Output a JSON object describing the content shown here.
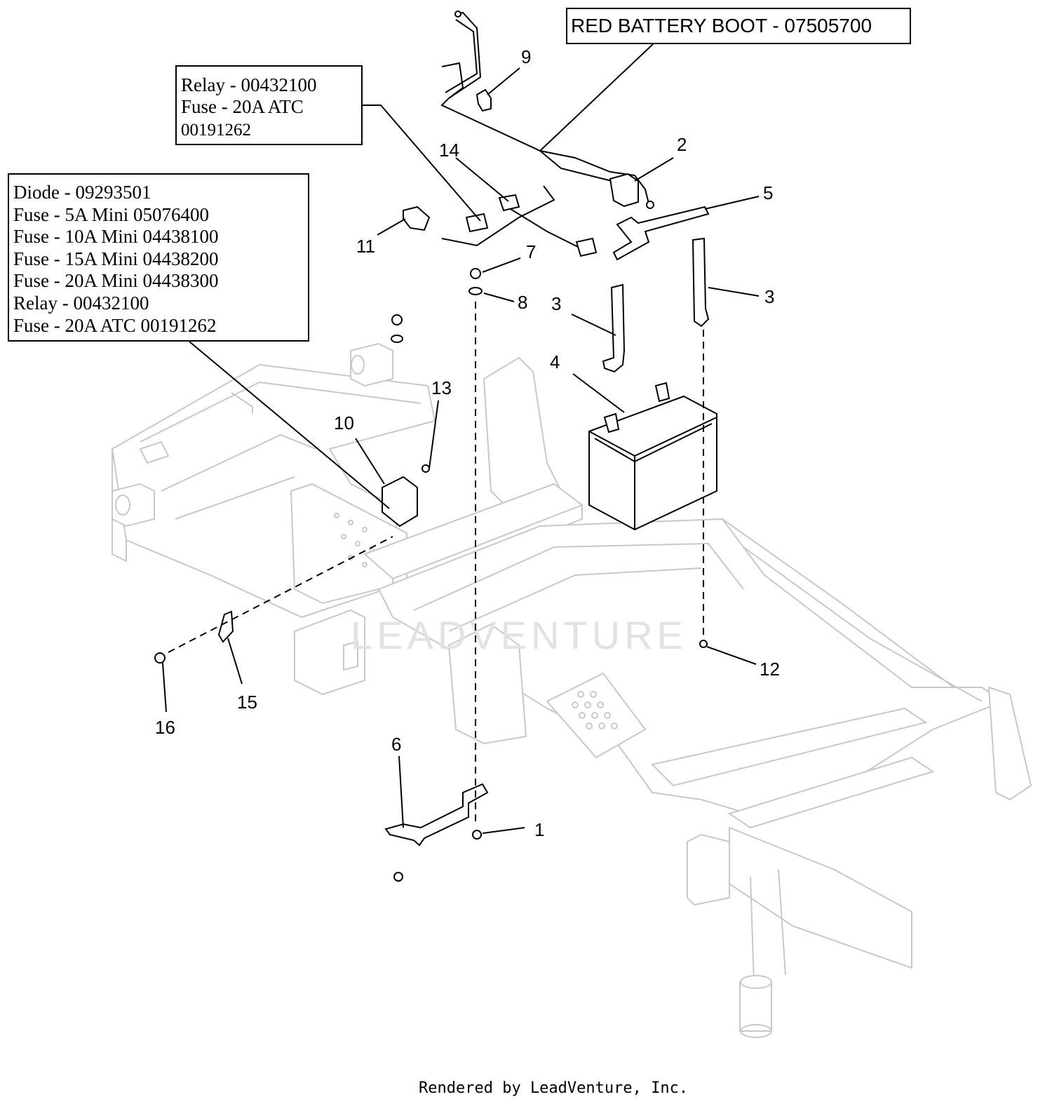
{
  "boxes": {
    "battery_boot": "RED BATTERY BOOT - 07505700",
    "relay_box": [
      "Relay - 00432100",
      "Fuse - 20A ATC",
      "00191262"
    ],
    "diode_box": [
      "Diode - 09293501",
      "Fuse - 5A Mini 05076400",
      "Fuse - 10A Mini 04438100",
      "Fuse - 15A Mini 04438200",
      "Fuse - 20A Mini 04438300",
      "Relay - 00432100",
      "Fuse - 20A ATC 00191262"
    ]
  },
  "callouts": {
    "c1": "1",
    "c2": "2",
    "c3a": "3",
    "c3b": "3",
    "c4": "4",
    "c5": "5",
    "c6": "6",
    "c7": "7",
    "c8": "8",
    "c9": "9",
    "c10": "10",
    "c11": "11",
    "c12": "12",
    "c13": "13",
    "c14": "14",
    "c15": "15",
    "c16": "16"
  },
  "watermark": "LEADVENTURE",
  "footer": "Rendered by LeadVenture, Inc."
}
